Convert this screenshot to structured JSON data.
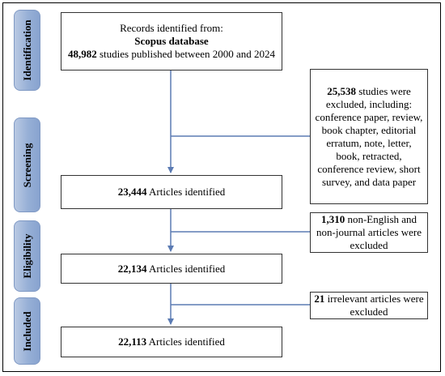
{
  "stages": {
    "identification": "Identification",
    "screening": "Screening",
    "eligibility": "Eligibility",
    "included": "Included"
  },
  "identified": {
    "line1": "Records identified from:",
    "line2": "Scopus database",
    "count": "48,982",
    "rest": " studies published between 2000 and 2024"
  },
  "screened": {
    "count": "23,444",
    "text": " Articles identified"
  },
  "eligible": {
    "count": "22,134",
    "text": " Articles identified"
  },
  "included": {
    "count": "22,113",
    "text": " Articles identified"
  },
  "excluded_screening": {
    "count": "25,538",
    "text": " studies were excluded, including: conference paper, review, book chapter, editorial erratum, note, letter, book, retracted, conference review, short survey, and data paper"
  },
  "excluded_eligibility": {
    "count": "1,310",
    "text": "  non-English and non-journal articles were excluded"
  },
  "excluded_included": {
    "count": "21",
    "text": " irrelevant articles were excluded"
  }
}
